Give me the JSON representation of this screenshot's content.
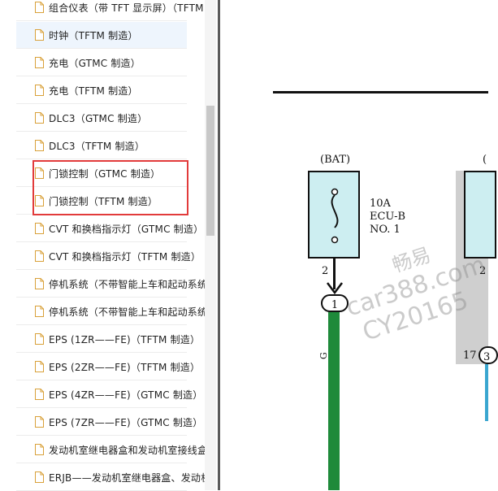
{
  "sidebar": {
    "items": [
      {
        "label": "组合仪表（带 TFT 显示屏）（TFTM"
      },
      {
        "label": "时钟（TFTM 制造）"
      },
      {
        "label": "充电（GTMC 制造）"
      },
      {
        "label": "充电（TFTM 制造）"
      },
      {
        "label": "DLC3（GTMC 制造）"
      },
      {
        "label": "DLC3（TFTM 制造）"
      },
      {
        "label": "门锁控制（GTMC 制造）"
      },
      {
        "label": "门锁控制（TFTM 制造）"
      },
      {
        "label": "CVT 和换档指示灯（GTMC 制造）"
      },
      {
        "label": "CVT 和换档指示灯（TFTM 制造）"
      },
      {
        "label": "停机系统（不带智能上车和起动系统）"
      },
      {
        "label": "停机系统（不带智能上车和起动系统）"
      },
      {
        "label": "EPS (1ZR——FE)（TFTM 制造）"
      },
      {
        "label": "EPS (2ZR——FE)（TFTM 制造）"
      },
      {
        "label": "EPS (4ZR——FE)（GTMC 制造）"
      },
      {
        "label": "EPS (7ZR——FE)（GTMC 制造）"
      },
      {
        "label": "发动机室继电器盒和发动机室接线盒"
      },
      {
        "label": "ERJB——发动机室继电器盒、发动机"
      }
    ],
    "selected_index": 1
  },
  "diagram": {
    "bat_label": "(BAT)",
    "fuse_amp": "10A",
    "fuse_name": "ECU-B",
    "fuse_no": "NO. 1",
    "pin_2": "2",
    "connector_1": "1",
    "wire_color": "G",
    "right_pin_2": "2",
    "right_pin_17": "17",
    "right_conn_3": "3",
    "right_paren": "(",
    "watermark_1": "畅易",
    "watermark_2": "car388.com",
    "watermark_3": "CY20165",
    "colors": {
      "fuse_fill": "#cdeef1",
      "wire_green": "#1e8a3a",
      "wire_blue": "#3aa6d0",
      "gray_block": "#cfcfcf"
    }
  }
}
